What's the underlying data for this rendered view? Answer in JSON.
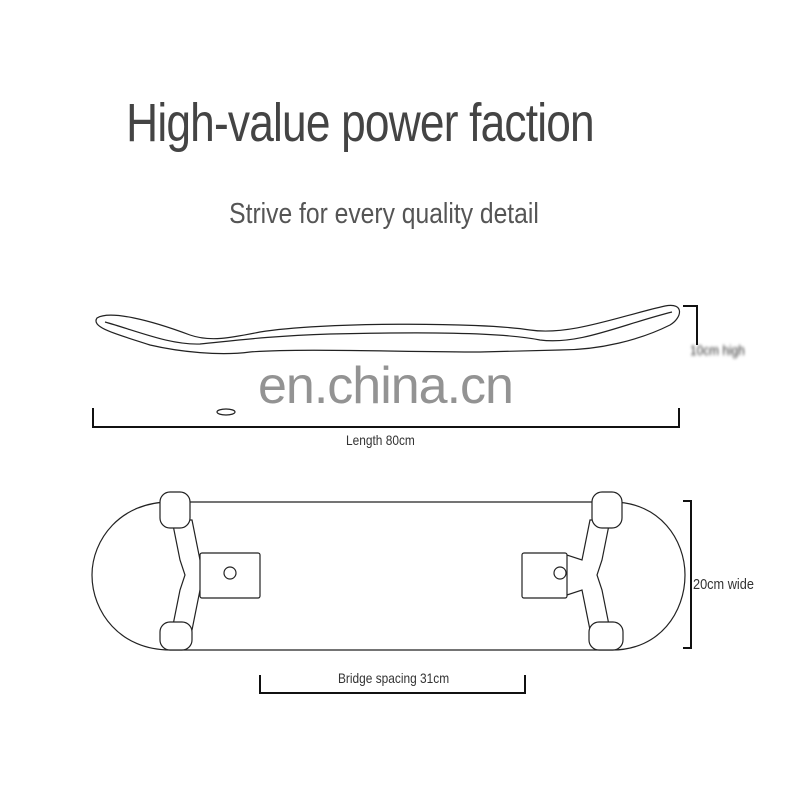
{
  "title": "High-value power faction",
  "subtitle": "Strive for every quality detail",
  "watermark": "en.china.cn",
  "labels": {
    "height": "10cm high",
    "length": "Length 80cm",
    "width": "20cm wide",
    "bridge": "Bridge spacing 31cm"
  }
}
